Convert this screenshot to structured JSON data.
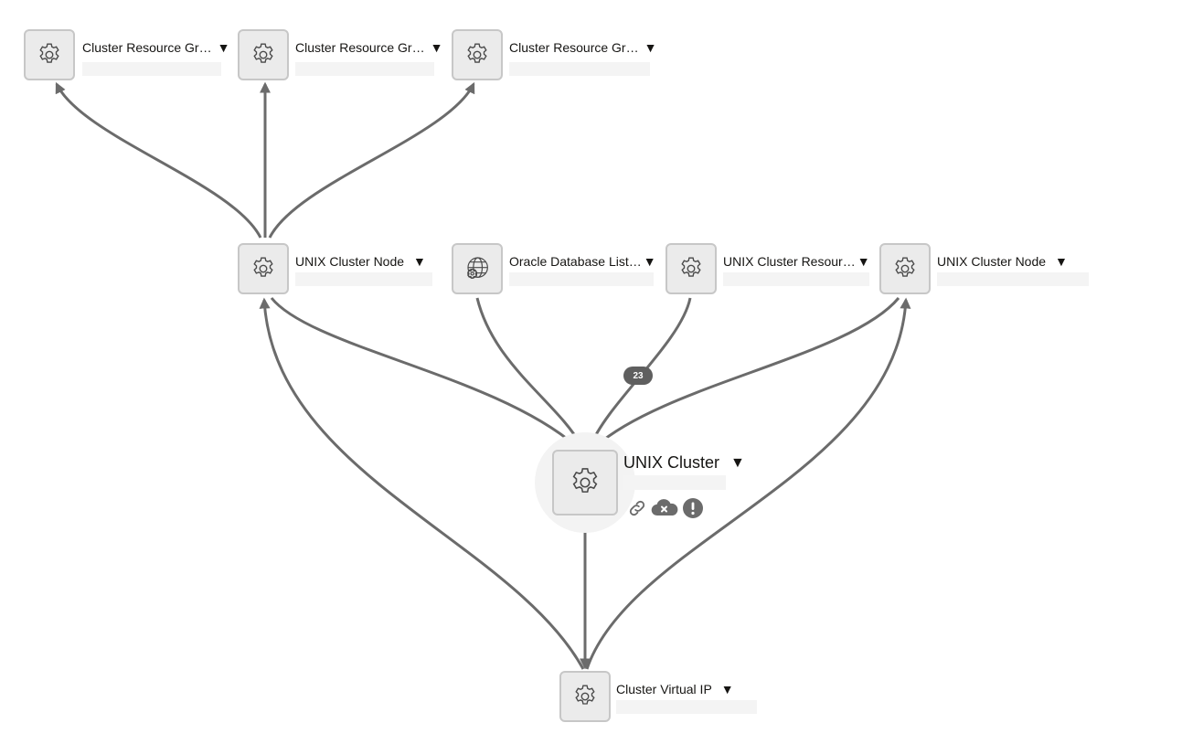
{
  "nodes": {
    "crg1": {
      "label": "Cluster Resource Gr…",
      "icon": "gear-icon"
    },
    "crg2": {
      "label": "Cluster Resource Gr…",
      "icon": "gear-icon"
    },
    "crg3": {
      "label": "Cluster Resource Gr…",
      "icon": "gear-icon"
    },
    "ucn1": {
      "label": "UNIX Cluster Node",
      "icon": "gear-icon"
    },
    "odl": {
      "label": "Oracle Database List…",
      "icon": "globe-gear-icon"
    },
    "ucr": {
      "label": "UNIX Cluster Resour…",
      "icon": "gear-icon"
    },
    "ucn2": {
      "label": "UNIX Cluster Node",
      "icon": "gear-icon"
    },
    "uc": {
      "label": "UNIX Cluster",
      "icon": "gear-icon"
    },
    "cvip": {
      "label": "Cluster Virtual IP",
      "icon": "gear-icon"
    }
  },
  "caret": "▼",
  "edge_badge": "23",
  "status_icons": [
    "link-icon",
    "cloud-error-icon",
    "alert-icon"
  ],
  "colors": {
    "edge": "#6b6b6b",
    "node_fill": "#ebebeb",
    "node_border": "#c7c7c7",
    "badge": "#5f5f5f"
  }
}
